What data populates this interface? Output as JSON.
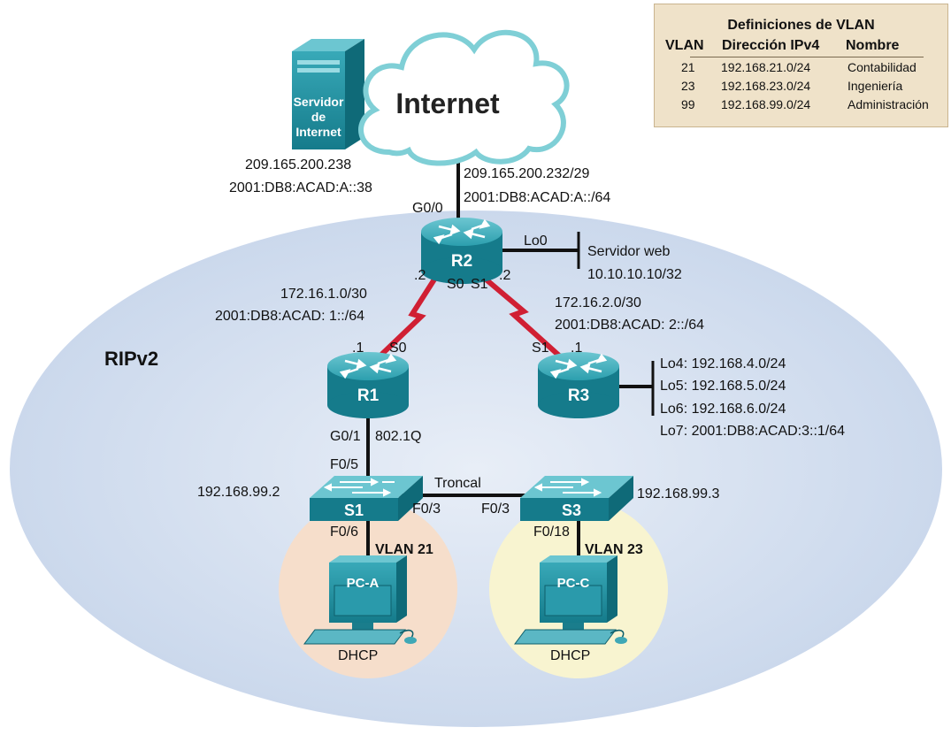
{
  "vlan_table": {
    "title": "Definiciones de VLAN",
    "headers": [
      "VLAN",
      "Dirección IPv4",
      "Nombre"
    ],
    "rows": [
      [
        "21",
        "192.168.21.0/24",
        "Contabilidad"
      ],
      [
        "23",
        "192.168.23.0/24",
        "Ingeniería"
      ],
      [
        "99",
        "192.168.99.0/24",
        "Administración"
      ]
    ]
  },
  "devices": {
    "server": [
      "Servidor",
      "de",
      "Internet"
    ],
    "cloud": "Internet",
    "r1": "R1",
    "r2": "R2",
    "r3": "R3",
    "s1": "S1",
    "s3": "S3",
    "pc_a": "PC-A",
    "pc_c": "PC-C"
  },
  "labels": {
    "server_ipv4": "209.165.200.238",
    "server_ipv6": "2001:DB8:ACAD:A::38",
    "isp_net_ipv4": "209.165.200.232/29",
    "isp_net_ipv6": "2001:DB8:ACAD:A::/64",
    "r2_g00": "G0/0",
    "r2_lo0": "Lo0",
    "web_server": "Servidor web",
    "web_server_ip": "10.10.10.10/32",
    "r2_s0_host": ".2",
    "r2_s0": "S0",
    "r2_s1": "S1",
    "r2_s1_host": ".2",
    "net12_ipv4": "172.16.1.0/30",
    "net12_ipv6": "2001:DB8:ACAD: 1::/64",
    "net23_ipv4": "172.16.2.0/30",
    "net23_ipv6": "2001:DB8:ACAD: 2::/64",
    "r1_s0_host": ".1",
    "r1_s0": "S0",
    "r3_s1": "S1",
    "r3_s1_host": ".1",
    "routing": "RIPv2",
    "lo4": "Lo4: 192.168.4.0/24",
    "lo5": "Lo5: 192.168.5.0/24",
    "lo6": "Lo6: 192.168.6.0/24",
    "lo7": "Lo7: 2001:DB8:ACAD:3::1/64",
    "r1_g01": "G0/1",
    "dot1q": "802.1Q",
    "s1_f05": "F0/5",
    "s1_ip": "192.168.99.2",
    "trunk": "Troncal",
    "s1_f03": "F0/3",
    "s3_f03": "F0/3",
    "s3_ip": "192.168.99.3",
    "s1_f06": "F0/6",
    "vlan21": "VLAN 21",
    "s3_f018": "F0/18",
    "vlan23": "VLAN 23",
    "pc_a_addr": "DHCP",
    "pc_c_addr": "DHCP"
  },
  "colors": {
    "ellipse": "#cfdcee",
    "circle_pca": "#f6decb",
    "circle_pcc": "#f8f4d0",
    "device_teal": "#1f8fa0",
    "serial_link": "#d01f33",
    "cloud_outline": "#7fcfd6",
    "vlan_table_bg": "#efe2c9"
  }
}
